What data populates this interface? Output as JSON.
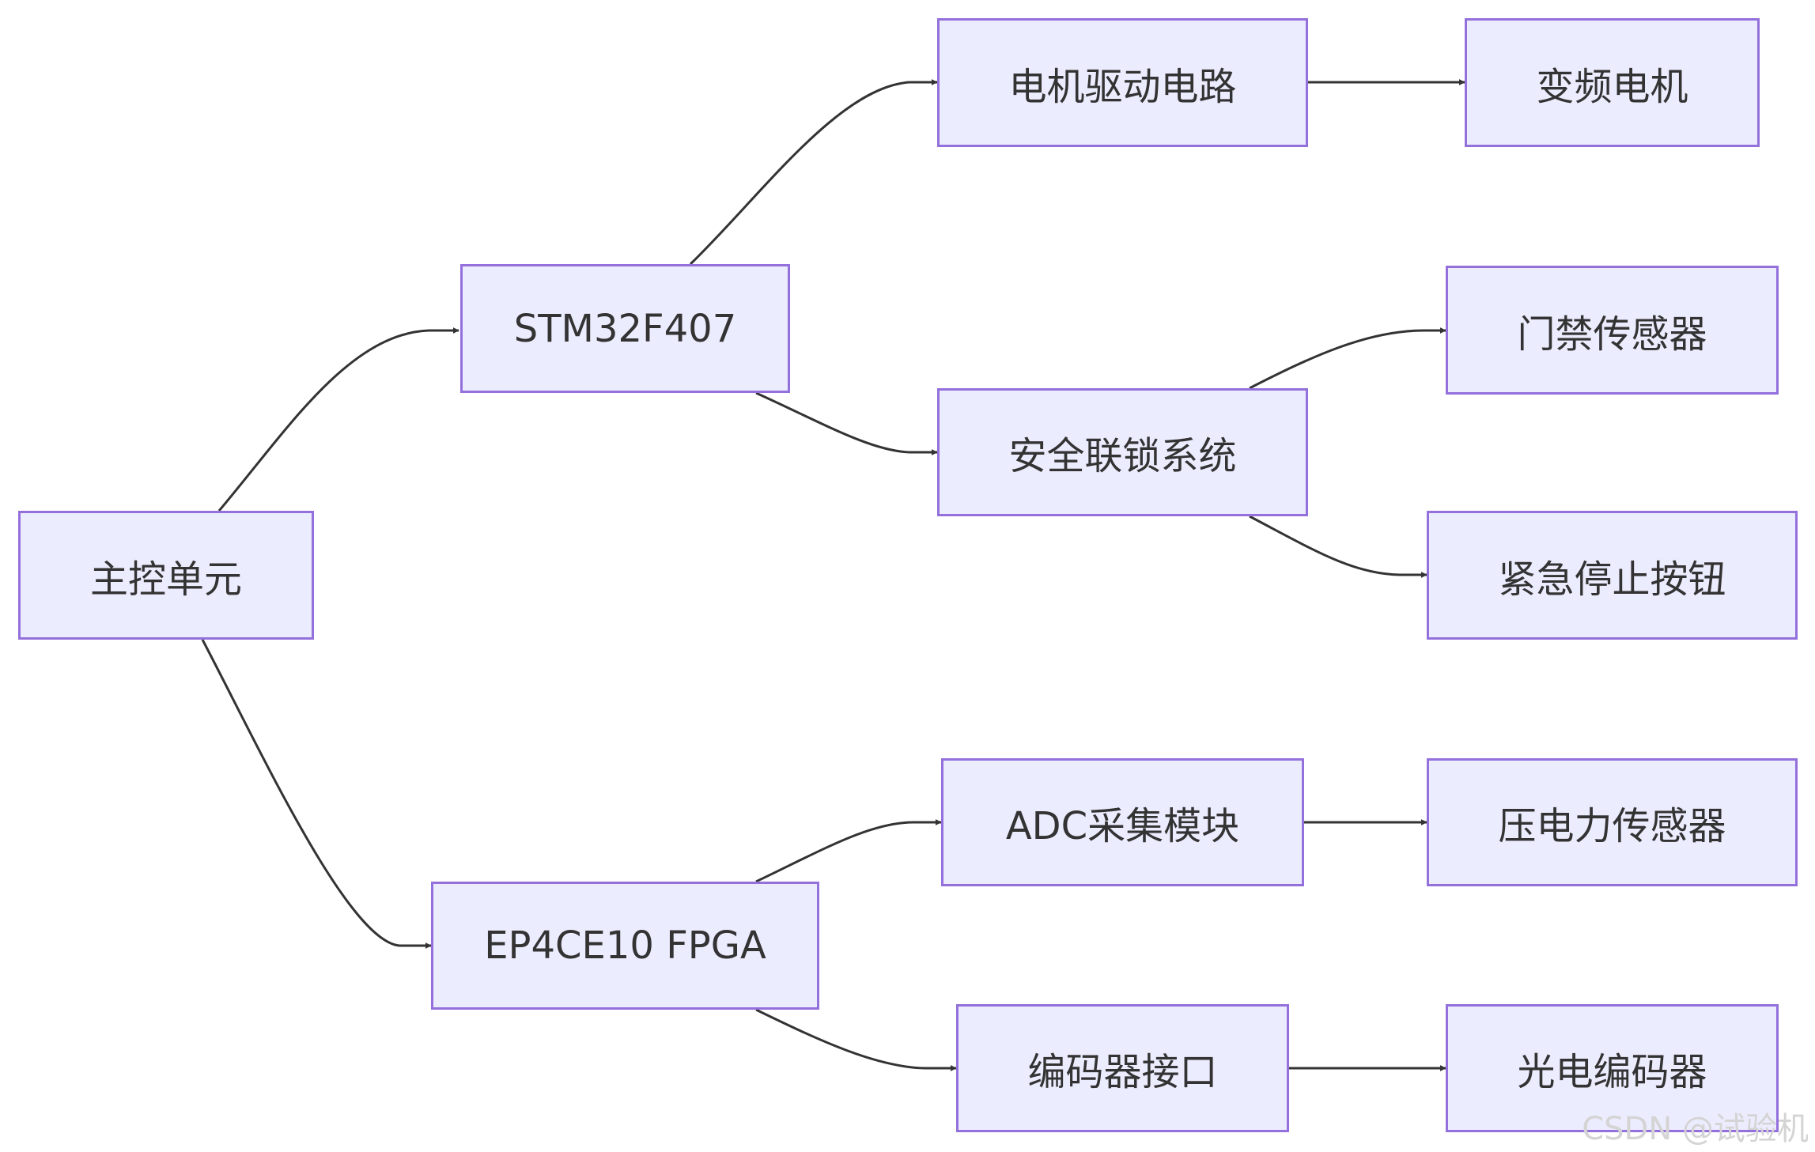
{
  "nodes": {
    "main_control": "主控单元",
    "stm32": "STM32F407",
    "fpga": "EP4CE10 FPGA",
    "motor_driver": "电机驱动电路",
    "inverter_motor": "变频电机",
    "safety_interlock": "安全联锁系统",
    "door_sensor": "门禁传感器",
    "emergency_stop": "紧急停止按钮",
    "adc_module": "ADC采集模块",
    "pressure_sensor": "压电力传感器",
    "encoder_interface": "编码器接口",
    "photo_encoder": "光电编码器"
  },
  "edges": [
    {
      "from": "main_control",
      "to": "stm32"
    },
    {
      "from": "main_control",
      "to": "fpga"
    },
    {
      "from": "stm32",
      "to": "motor_driver"
    },
    {
      "from": "stm32",
      "to": "safety_interlock"
    },
    {
      "from": "motor_driver",
      "to": "inverter_motor"
    },
    {
      "from": "safety_interlock",
      "to": "door_sensor"
    },
    {
      "from": "safety_interlock",
      "to": "emergency_stop"
    },
    {
      "from": "fpga",
      "to": "adc_module"
    },
    {
      "from": "fpga",
      "to": "encoder_interface"
    },
    {
      "from": "adc_module",
      "to": "pressure_sensor"
    },
    {
      "from": "encoder_interface",
      "to": "photo_encoder"
    }
  ],
  "colors": {
    "node_fill": "#ECECFF",
    "node_border": "#9370DB",
    "edge": "#333333",
    "text": "#333333"
  },
  "watermark": "CSDN @试验机"
}
